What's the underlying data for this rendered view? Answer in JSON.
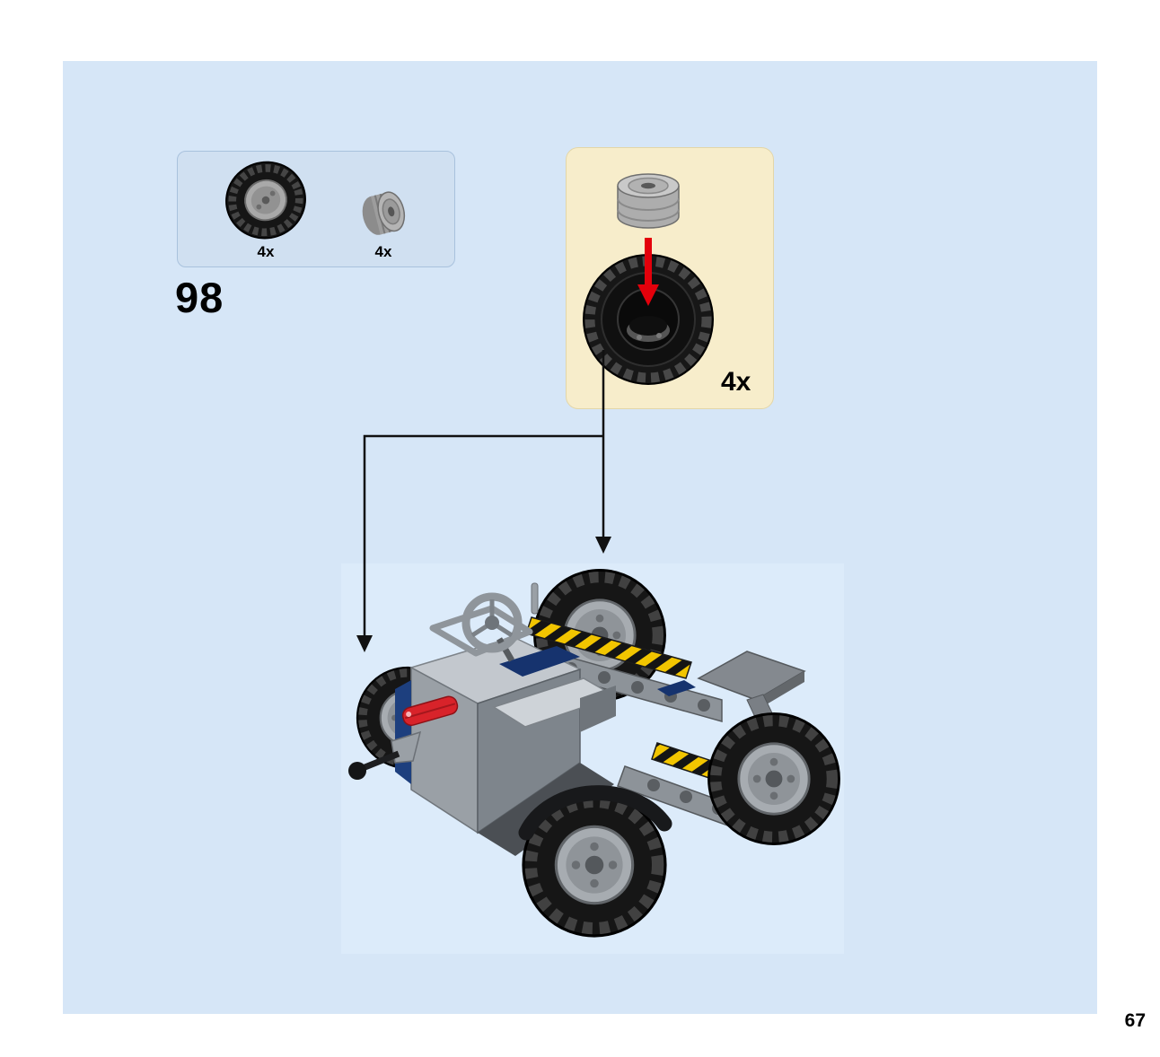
{
  "page": {
    "step_number": "98",
    "page_number": "67"
  },
  "parts_box": {
    "items": [
      {
        "part": "tire-large",
        "count": "4x"
      },
      {
        "part": "wheel-hub",
        "count": "4x"
      }
    ]
  },
  "assembly_callout": {
    "count": "4x",
    "parts": [
      "wheel-hub",
      "tire-large"
    ]
  },
  "colors": {
    "page_background": "#d6e6f7",
    "parts_box_background": "#d0e0f1",
    "callout_background": "#f7edcb",
    "model_backdrop": "#dcebfa",
    "hazard_yellow": "#f2c500",
    "arrow_red": "#e3000b",
    "brick_blue": "#1d3f7e",
    "brick_gray": "#9aa0a6"
  }
}
